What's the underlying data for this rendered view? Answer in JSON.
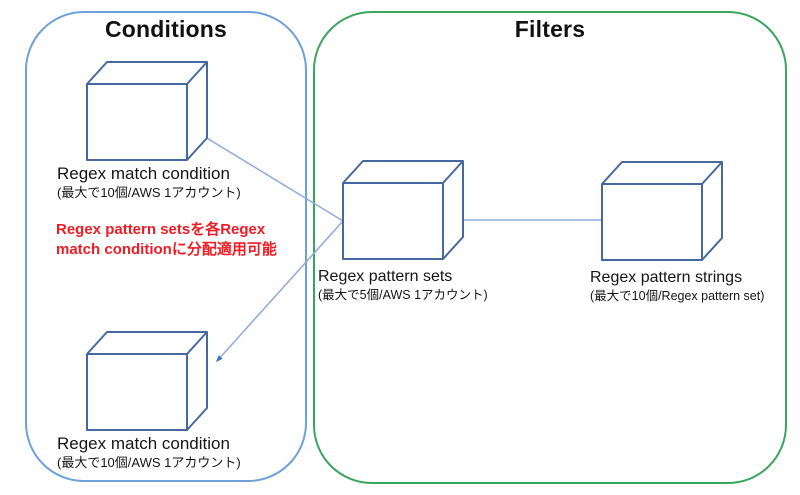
{
  "colors": {
    "conditions_border": "#6fa0d6",
    "filters_border": "#3aa55c",
    "cube_stroke": "#45689e",
    "arrow_line": "#8fa9dc",
    "arrowhead": "#4472c4",
    "note_text": "#ee1c24",
    "label_text": "#151515"
  },
  "conditions": {
    "title": "Conditions",
    "nodes": [
      {
        "label": "Regex match condition",
        "sublabel": "(最大で10個/AWS 1アカウント)"
      },
      {
        "label": "Regex match condition",
        "sublabel": "(最大で10個/AWS 1アカウント)"
      }
    ],
    "note_lines": [
      "Regex pattern setsを各Regex",
      "match conditionに分配適用可能"
    ]
  },
  "filters": {
    "title": "Filters",
    "nodes": [
      {
        "label": "Regex pattern sets",
        "sublabel": "(最大で5個/AWS 1アカウント)"
      },
      {
        "label": "Regex pattern strings",
        "sublabel": "(最大で10個/Regex pattern set)"
      }
    ]
  }
}
